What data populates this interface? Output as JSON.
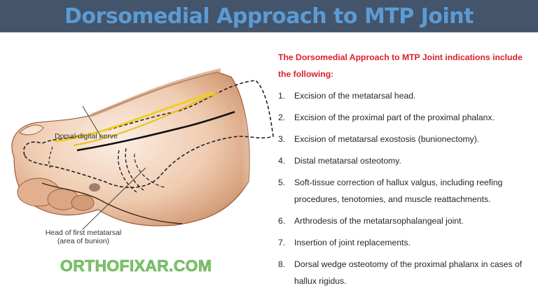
{
  "header": {
    "title": "Dorsomedial Approach to MTP Joint",
    "background": "#44546a",
    "title_color": "#5b9bd5"
  },
  "illustration": {
    "subject": "foot-dorsomedial-anatomy",
    "labels": {
      "nerve": "Dorsal digital nerve",
      "head_line1": "Head of first metatarsal",
      "head_line2": "(area of bunion)"
    }
  },
  "watermark": {
    "text": "ORTHOFIXAR.COM",
    "color": "#7cc46a"
  },
  "content": {
    "intro": "The Dorsomedial Approach to MTP Joint indications include the following:",
    "intro_color": "#d9202a",
    "items": [
      {
        "num": "1.",
        "text": "Excision of the metatarsal head."
      },
      {
        "num": "2.",
        "text": "Excision of the proximal part of the proximal phalanx."
      },
      {
        "num": "3.",
        "text": "Excision of metatarsal exostosis (bunionectomy)."
      },
      {
        "num": "4.",
        "text": "Distal metatarsal osteotomy."
      },
      {
        "num": "5.",
        "text": "Soft-tissue correction of hallux valgus, including reefing procedures, tenotomies, and muscle reattachments."
      },
      {
        "num": "6.",
        "text": "Arthrodesis of the metatarsophalangeal joint."
      },
      {
        "num": "7.",
        "text": "Insertion of joint replacements."
      },
      {
        "num": "8.",
        "text": "Dorsal wedge osteotomy of the proximal phalanx in cases of hallux rigidus."
      }
    ]
  }
}
